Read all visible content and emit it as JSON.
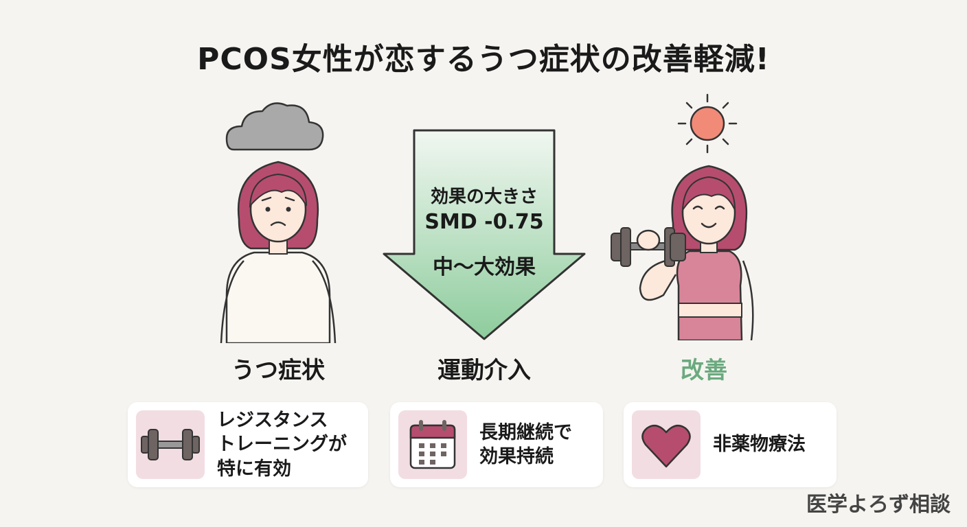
{
  "title": "PCOS女性が恋するうつ症状の改善軽減!",
  "center": {
    "line1": "効果の大きさ",
    "line2": "SMD -0.75",
    "line3": "中〜大効果"
  },
  "labels": {
    "left": "うつ症状",
    "center": "運動介入",
    "right": "改善"
  },
  "cards": [
    {
      "text": "レジスタンス\nトレーニングが\n特に有効",
      "icon": "dumbbell-icon"
    },
    {
      "text": "長期継続で\n効果持続",
      "icon": "calendar-icon"
    },
    {
      "text": "非薬物療法",
      "icon": "heart-icon"
    }
  ],
  "footer": "医学よろず相談",
  "colors": {
    "accent_green": "#6aaa7f",
    "pink": "#f2dde2",
    "hair": "#b64d6f",
    "arrow_top": "#f1f7f1",
    "arrow_bottom": "#8dcc9c",
    "sun": "#f28a78",
    "cloud": "#a9a9a9"
  }
}
